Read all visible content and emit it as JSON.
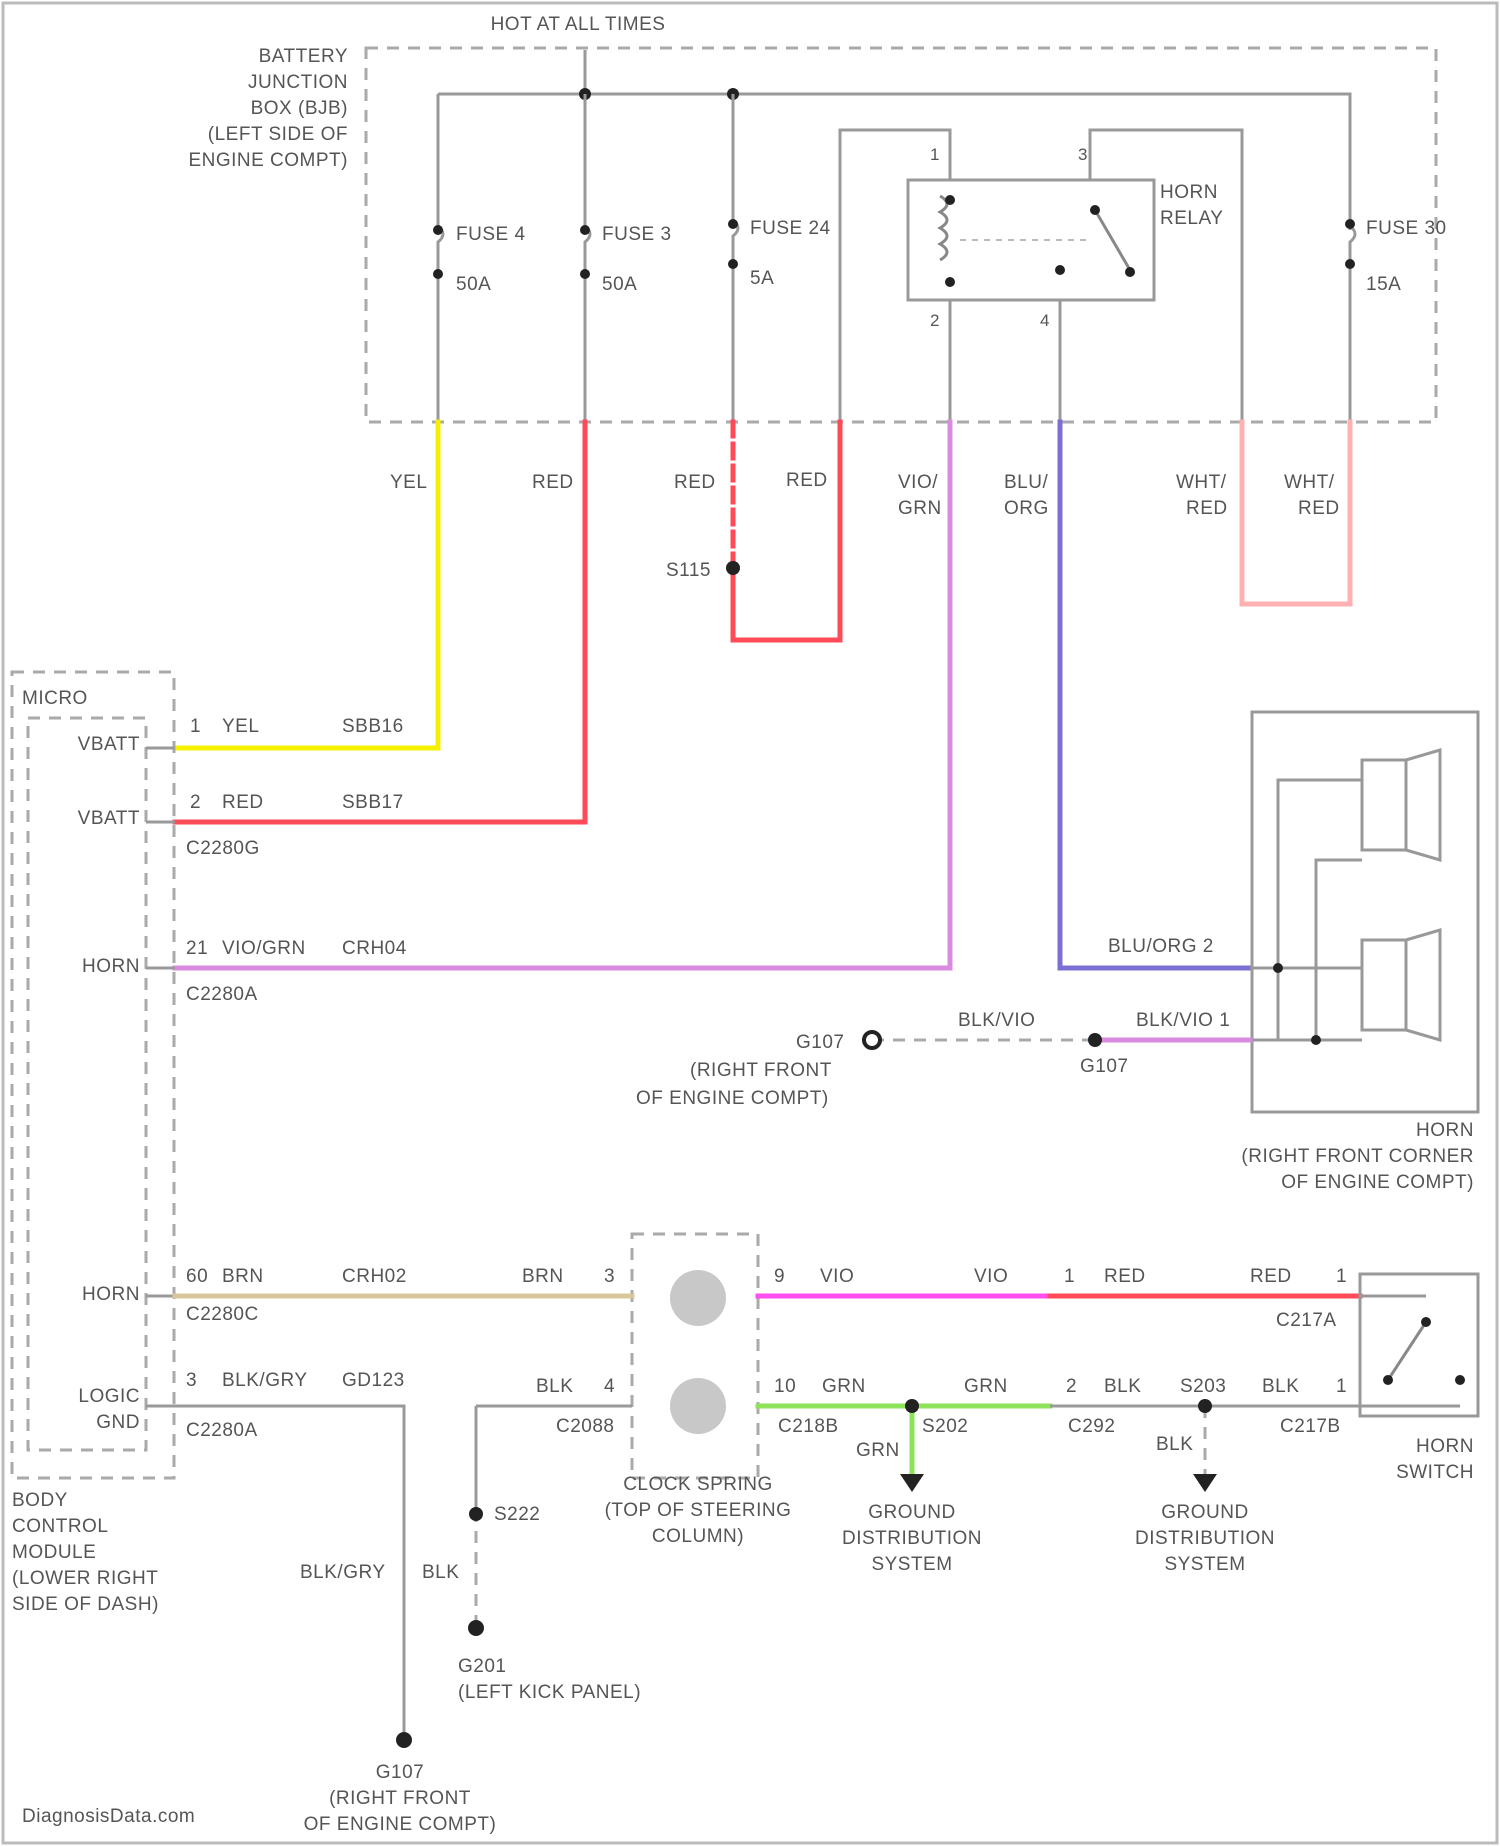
{
  "header": {
    "hot_label": "HOT AT ALL TIMES"
  },
  "bjb": {
    "lines": [
      "BATTERY",
      "JUNCTION",
      "BOX (BJB)",
      "(LEFT SIDE OF",
      "ENGINE COMPT)"
    ]
  },
  "fuses": [
    {
      "name": "FUSE 4",
      "rating": "50A"
    },
    {
      "name": "FUSE 3",
      "rating": "50A"
    },
    {
      "name": "FUSE 24",
      "rating": "5A"
    },
    {
      "name": "FUSE 30",
      "rating": "15A"
    }
  ],
  "relay": {
    "lines": [
      "HORN",
      "RELAY"
    ],
    "pins": [
      "1",
      "2",
      "3",
      "4"
    ]
  },
  "wire_colors": {
    "yel": "YEL",
    "red": "RED",
    "red2": "RED",
    "red3": "RED",
    "vio_grn": [
      "VIO/",
      "GRN"
    ],
    "blu_org": [
      "BLU/",
      "ORG"
    ],
    "wht_red_a": [
      "WHT/",
      "RED"
    ],
    "wht_red_b": [
      "WHT/",
      "RED"
    ]
  },
  "splice_s115": "S115",
  "bcm": {
    "micro": "MICRO",
    "vbatt1": "VBATT",
    "vbatt2": "VBATT",
    "horn1": "HORN",
    "horn2": "HORN",
    "logic_gnd": [
      "LOGIC",
      "GND"
    ],
    "label_lines": [
      "BODY",
      "CONTROL",
      "MODULE",
      "(LOWER RIGHT",
      "SIDE OF DASH)"
    ]
  },
  "circuits": {
    "c1": {
      "pin": "1",
      "color": "YEL",
      "circuit": "SBB16"
    },
    "c2": {
      "pin": "2",
      "color": "RED",
      "circuit": "SBB17",
      "connector": "C2280G"
    },
    "c21": {
      "pin": "21",
      "color": "VIO/GRN",
      "circuit": "CRH04",
      "connector": "C2280A"
    },
    "c60": {
      "pin": "60",
      "color": "BRN",
      "circuit": "CRH02",
      "connector": "C2280C"
    },
    "c3": {
      "pin": "3",
      "color": "BLK/GRY",
      "circuit": "GD123",
      "connector": "C2280A"
    }
  },
  "horn": {
    "pin2": "BLU/ORG  2",
    "pin1": "BLK/VIO  1",
    "blk_vio": "BLK/VIO",
    "label_lines": [
      "HORN",
      "(RIGHT FRONT CORNER",
      "OF ENGINE COMPT)"
    ]
  },
  "ground_g107_top": {
    "name": "G107",
    "lines": [
      "(RIGHT FRONT",
      "OF ENGINE COMPT)"
    ]
  },
  "g107_ref": "G107",
  "clockspring": {
    "lines": [
      "CLOCK SPRING",
      "(TOP OF STEERING",
      "COLUMN)"
    ],
    "pin3": "3",
    "brn": "BRN",
    "pin4": "4",
    "blk": "BLK",
    "c2088": "C2088",
    "pin9": "9",
    "vio": "VIO",
    "pin10": "10",
    "grn": "GRN",
    "c218b": "C218B"
  },
  "horn_switch": {
    "vio": "VIO",
    "pin1": "1",
    "red_a": "RED",
    "red_b": "RED",
    "pin1b": "1",
    "c217a": "C217A",
    "grn": "GRN",
    "pin2": "2",
    "blk_a": "BLK",
    "s203": "S203",
    "blk_b": "BLK",
    "pin1c": "1",
    "c292": "C292",
    "c217b": "C217B",
    "blk_c": "BLK",
    "lines": [
      "HORN",
      "SWITCH"
    ]
  },
  "s202": "S202",
  "grn_label": "GRN",
  "gds1": [
    "GROUND",
    "DISTRIBUTION",
    "SYSTEM"
  ],
  "gds2": [
    "GROUND",
    "DISTRIBUTION",
    "SYSTEM"
  ],
  "s222": "S222",
  "blk_gry": "BLK/GRY",
  "blk_lbl": "BLK",
  "g201": {
    "name": "G201",
    "line": "(LEFT KICK PANEL)"
  },
  "g107_bottom": {
    "name": "G107",
    "lines": [
      "(RIGHT FRONT",
      "OF ENGINE COMPT)"
    ]
  },
  "watermark": "DiagnosisData.com",
  "colors": {
    "yel": "#f4f000",
    "red": "#ff4a57",
    "vio_grn": "#d98be0",
    "blu_org": "#7b6fd6",
    "wht_red": "#ffb0b0",
    "brn": "#d8c79a",
    "vio": "#ff4ef0",
    "grn": "#8ee35a",
    "gray": "#999999"
  }
}
